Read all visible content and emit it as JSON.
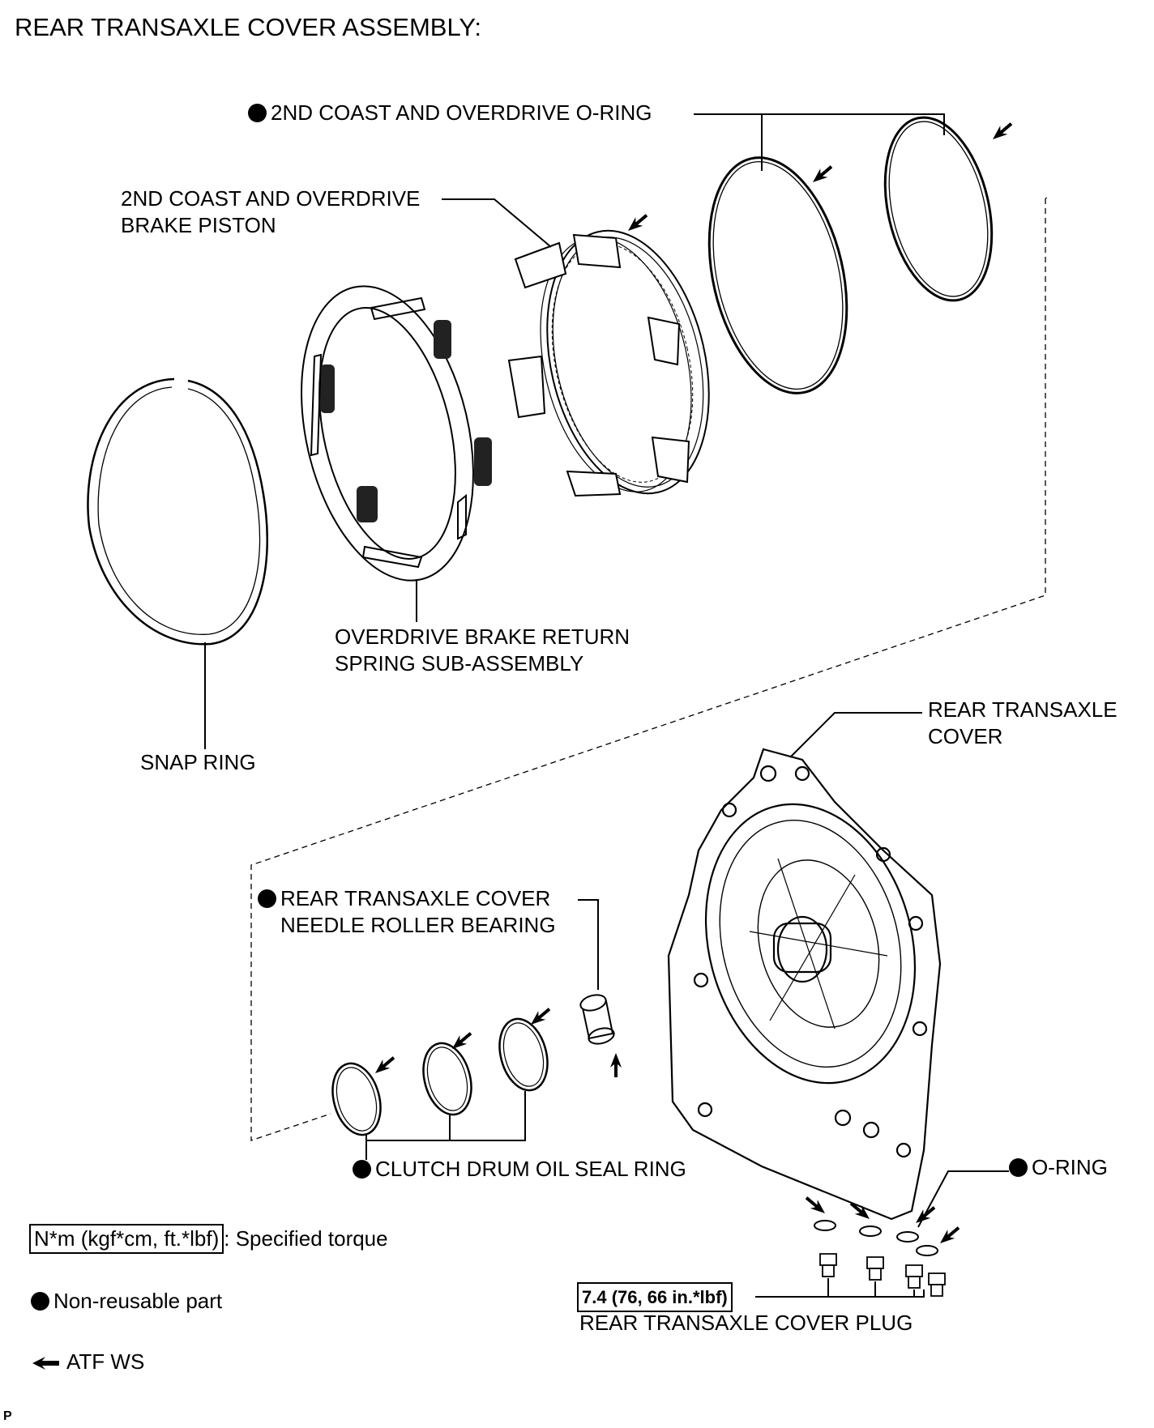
{
  "title": "REAR TRANSAXLE COVER ASSEMBLY:",
  "labels": {
    "oring_2nd": "2ND COAST AND OVERDRIVE O-RING",
    "piston_1": "2ND COAST AND OVERDRIVE",
    "piston_2": "BRAKE PISTON",
    "spring_1": "OVERDRIVE BRAKE RETURN",
    "spring_2": "SPRING SUB-ASSEMBLY",
    "snap_ring": "SNAP RING",
    "cover_1": "REAR TRANSAXLE",
    "cover_2": "COVER",
    "bearing_1": "REAR TRANSAXLE COVER",
    "bearing_2": "NEEDLE ROLLER BEARING",
    "seal_ring": "CLUTCH DRUM OIL SEAL RING",
    "oring": "O-RING",
    "torque_value": "7.4 (76, 66 in.*lbf)",
    "plug": "REAR TRANSAXLE COVER PLUG"
  },
  "legend": {
    "torque_box": "N*m (kgf*cm, ft.*lbf)",
    "torque_text": ": Specified torque",
    "nonreusable": "Non-reusable part",
    "atf": "ATF WS"
  },
  "footer": "P",
  "icons": [
    "filled-circle-icon",
    "atf-arrow-icon"
  ]
}
